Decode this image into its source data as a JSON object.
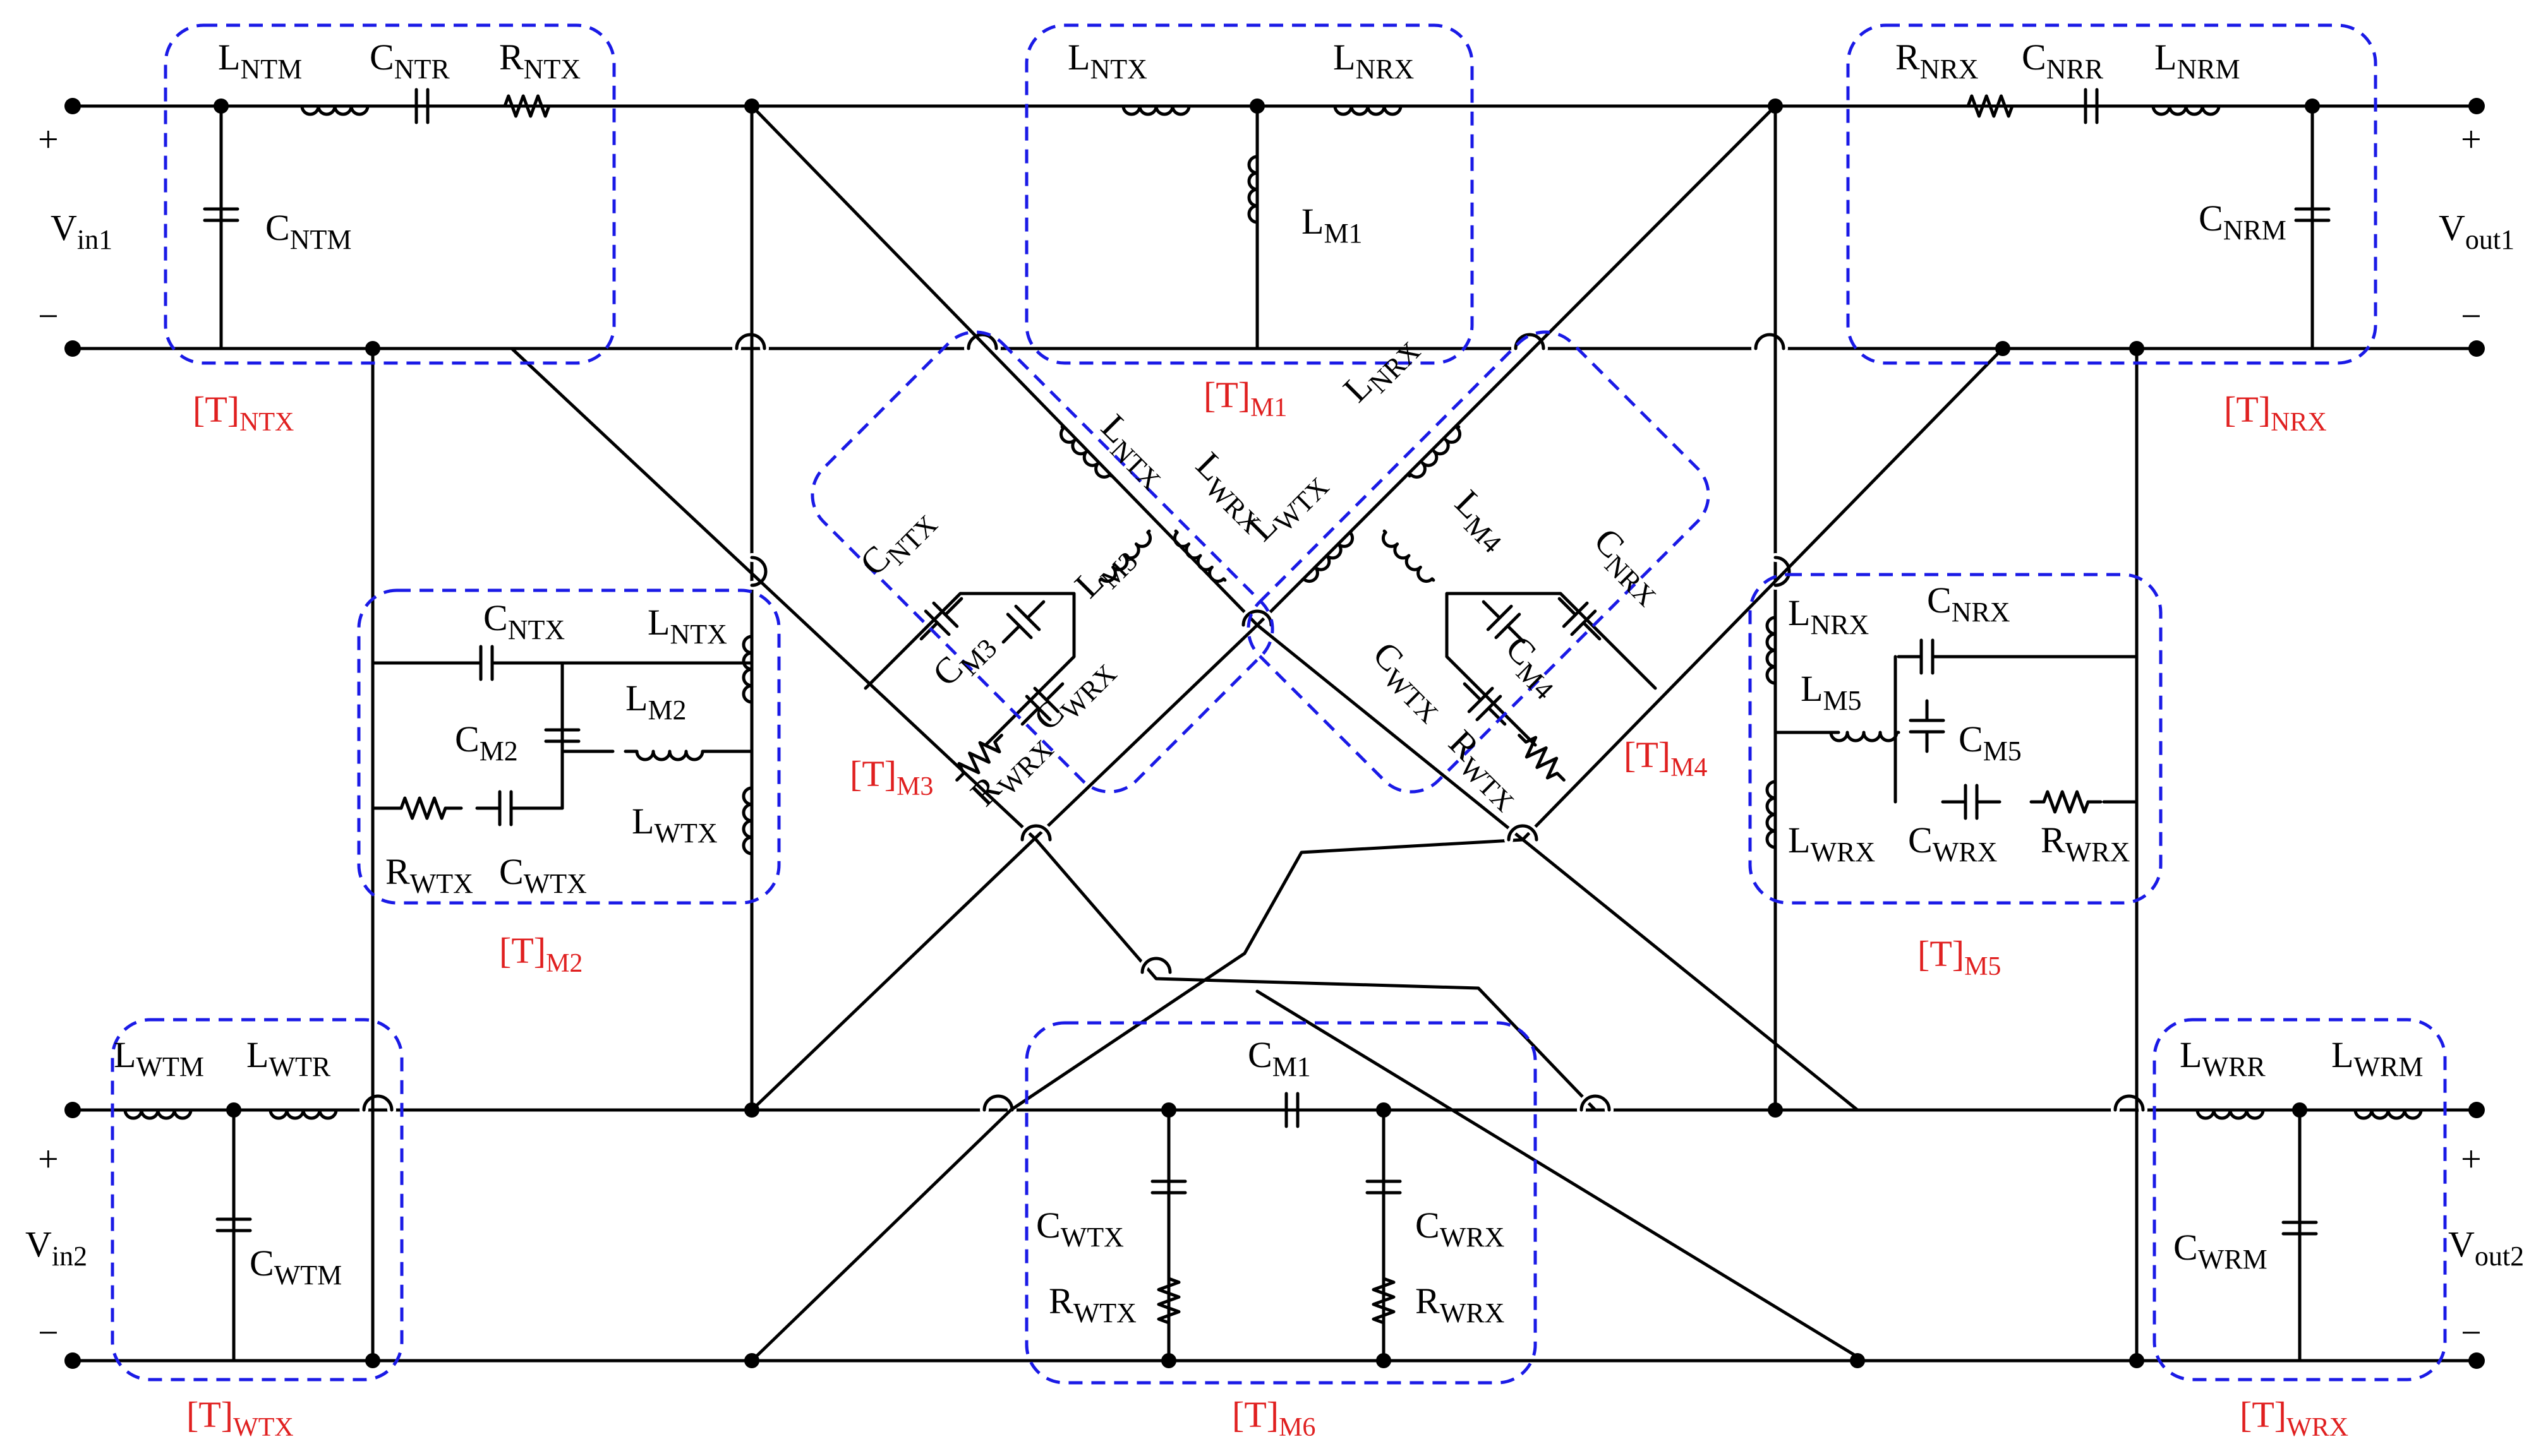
{
  "colors": {
    "wire": "#000000",
    "box": "#1a1ae6",
    "block_label": "#e02020"
  },
  "terminals": [
    {
      "id": "vin1",
      "name": "V",
      "sub": "in1",
      "plus": "+",
      "minus": "−"
    },
    {
      "id": "vout1",
      "name": "V",
      "sub": "out1",
      "plus": "+",
      "minus": "−"
    },
    {
      "id": "vin2",
      "name": "V",
      "sub": "in2",
      "plus": "+",
      "minus": "−"
    },
    {
      "id": "vout2",
      "name": "V",
      "sub": "out2",
      "plus": "+",
      "minus": "−"
    }
  ],
  "blocks": [
    {
      "id": "ntx",
      "label": "[T]",
      "sub": "NTX"
    },
    {
      "id": "m1",
      "label": "[T]",
      "sub": "M1"
    },
    {
      "id": "nrx",
      "label": "[T]",
      "sub": "NRX"
    },
    {
      "id": "m2",
      "label": "[T]",
      "sub": "M2"
    },
    {
      "id": "m3",
      "label": "[T]",
      "sub": "M3"
    },
    {
      "id": "m4",
      "label": "[T]",
      "sub": "M4"
    },
    {
      "id": "m5",
      "label": "[T]",
      "sub": "M5"
    },
    {
      "id": "wtx",
      "label": "[T]",
      "sub": "WTX"
    },
    {
      "id": "m6",
      "label": "[T]",
      "sub": "M6"
    },
    {
      "id": "wrx",
      "label": "[T]",
      "sub": "WRX"
    }
  ],
  "components": {
    "ntx": [
      {
        "p": "L",
        "s": "NTM"
      },
      {
        "p": "C",
        "s": "NTR"
      },
      {
        "p": "R",
        "s": "NTX"
      },
      {
        "p": "C",
        "s": "NTM"
      }
    ],
    "m1": [
      {
        "p": "L",
        "s": "NTX"
      },
      {
        "p": "L",
        "s": "NRX"
      },
      {
        "p": "L",
        "s": "M1"
      }
    ],
    "nrx": [
      {
        "p": "R",
        "s": "NRX"
      },
      {
        "p": "C",
        "s": "NRR"
      },
      {
        "p": "L",
        "s": "NRM"
      },
      {
        "p": "C",
        "s": "NRM"
      }
    ],
    "m2": [
      {
        "p": "C",
        "s": "NTX"
      },
      {
        "p": "L",
        "s": "NTX"
      },
      {
        "p": "C",
        "s": "M2"
      },
      {
        "p": "L",
        "s": "M2"
      },
      {
        "p": "L",
        "s": "WTX"
      },
      {
        "p": "R",
        "s": "WTX"
      },
      {
        "p": "C",
        "s": "WTX"
      }
    ],
    "m3": [
      {
        "p": "L",
        "s": "NTX"
      },
      {
        "p": "L",
        "s": "WRX"
      },
      {
        "p": "C",
        "s": "NTX"
      },
      {
        "p": "L",
        "s": "M3"
      },
      {
        "p": "C",
        "s": "M3"
      },
      {
        "p": "C",
        "s": "WRX"
      },
      {
        "p": "R",
        "s": "WRX"
      }
    ],
    "m4": [
      {
        "p": "L",
        "s": "NRX"
      },
      {
        "p": "L",
        "s": "WTX"
      },
      {
        "p": "L",
        "s": "M4"
      },
      {
        "p": "C",
        "s": "NRX"
      },
      {
        "p": "C",
        "s": "M4"
      },
      {
        "p": "C",
        "s": "WTX"
      },
      {
        "p": "R",
        "s": "WTX"
      }
    ],
    "m5": [
      {
        "p": "L",
        "s": "NRX"
      },
      {
        "p": "C",
        "s": "NRX"
      },
      {
        "p": "L",
        "s": "M5"
      },
      {
        "p": "C",
        "s": "M5"
      },
      {
        "p": "L",
        "s": "WRX"
      },
      {
        "p": "C",
        "s": "WRX"
      },
      {
        "p": "R",
        "s": "WRX"
      }
    ],
    "wtx": [
      {
        "p": "L",
        "s": "WTM"
      },
      {
        "p": "L",
        "s": "WTR"
      },
      {
        "p": "C",
        "s": "WTM"
      }
    ],
    "m6": [
      {
        "p": "C",
        "s": "M1"
      },
      {
        "p": "C",
        "s": "WTX"
      },
      {
        "p": "R",
        "s": "WTX"
      },
      {
        "p": "C",
        "s": "WRX"
      },
      {
        "p": "R",
        "s": "WRX"
      }
    ],
    "wrx": [
      {
        "p": "L",
        "s": "WRR"
      },
      {
        "p": "L",
        "s": "WRM"
      },
      {
        "p": "C",
        "s": "WRM"
      }
    ]
  }
}
